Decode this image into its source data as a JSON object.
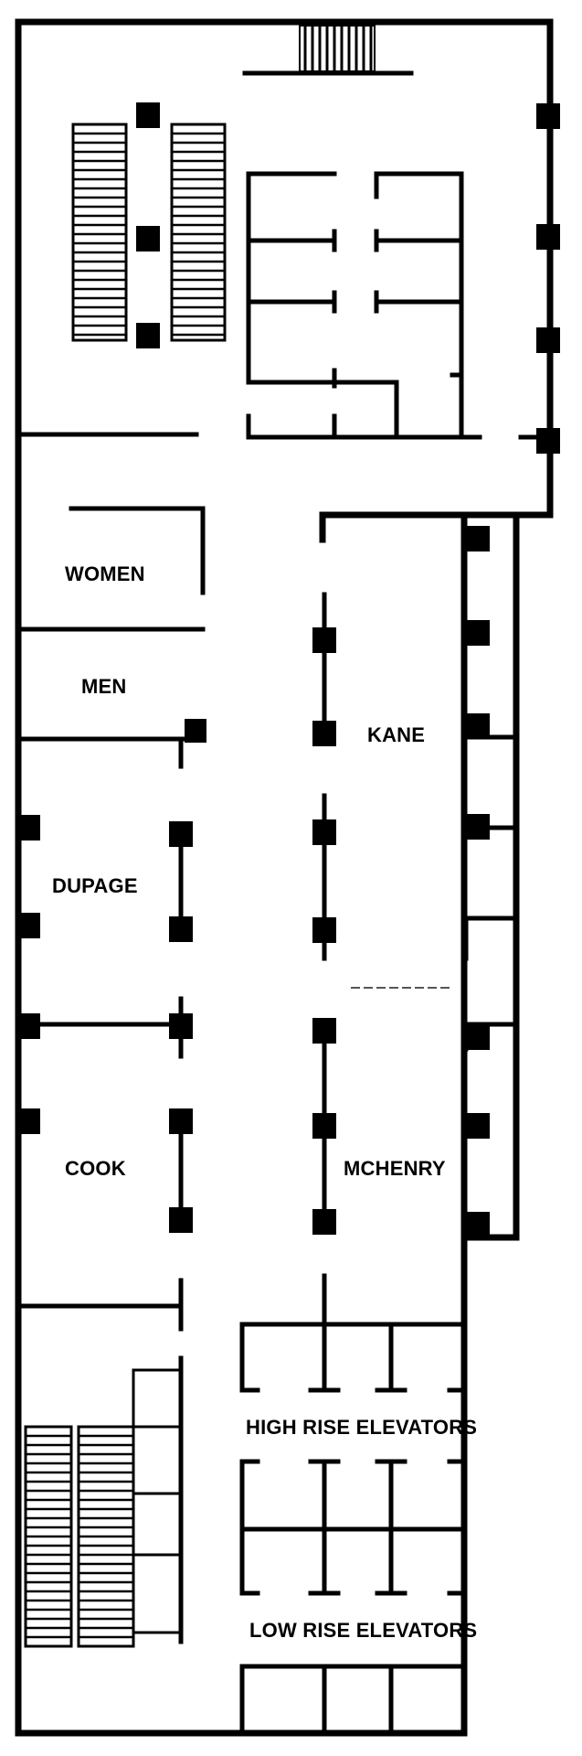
{
  "colors": {
    "background": "#ffffff",
    "ink": "#000000"
  },
  "rooms": {
    "women": "WOMEN",
    "men": "MEN",
    "kane": "KANE",
    "dupage": "DUPAGE",
    "cook": "COOK",
    "mchenry": "MCHENRY"
  },
  "elevators": {
    "high_rise": "HIGH RISE ELEVATORS",
    "low_rise": "LOW RISE ELEVATORS"
  }
}
